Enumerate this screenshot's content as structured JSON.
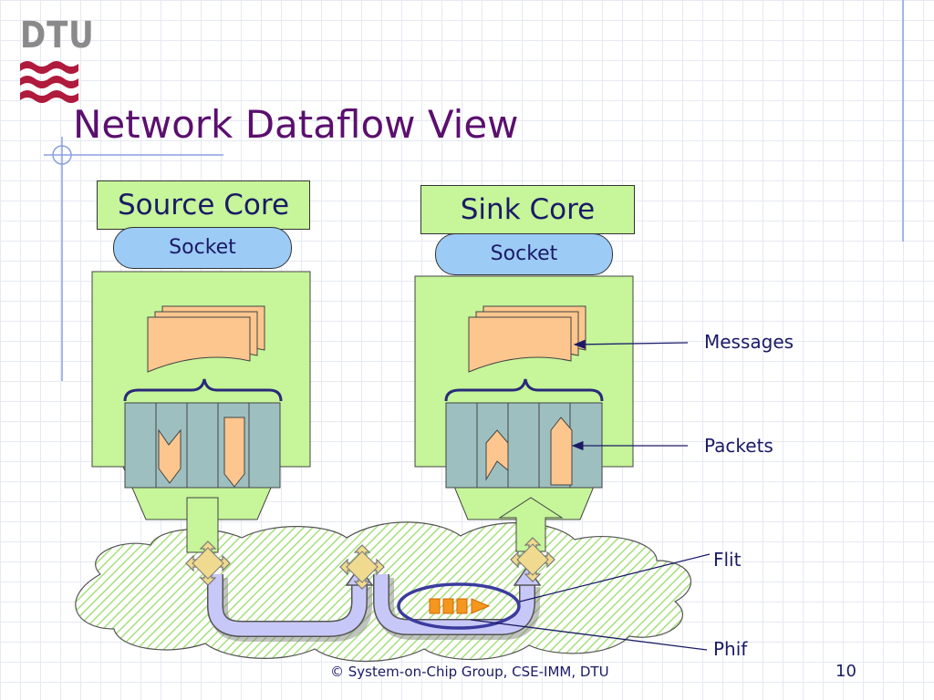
{
  "logo": {
    "text": "DTU"
  },
  "slide": {
    "title": "Network Dataflow View",
    "footer": "© System-on-Chip Group, CSE-IMM, DTU",
    "page_number": "10"
  },
  "source": {
    "core_label": "Source Core",
    "socket_label": "Socket"
  },
  "sink": {
    "core_label": "Sink Core",
    "socket_label": "Socket"
  },
  "callouts": {
    "messages": "Messages",
    "packets": "Packets",
    "flit": "Flit",
    "phif": "Phif"
  },
  "colors": {
    "title": "#5b0f6e",
    "core_fill": "#c6f59a",
    "socket_fill": "#9ccbf5",
    "message_fill": "#fcc68e",
    "packet_fill": "#9ebfbf",
    "router_fill": "#f0da8f",
    "flit_fill": "#f5961e",
    "link_fill": "#c8c8f8",
    "phif_ellipse": "#3b3b9e",
    "logo_red": "#b01a3c"
  }
}
